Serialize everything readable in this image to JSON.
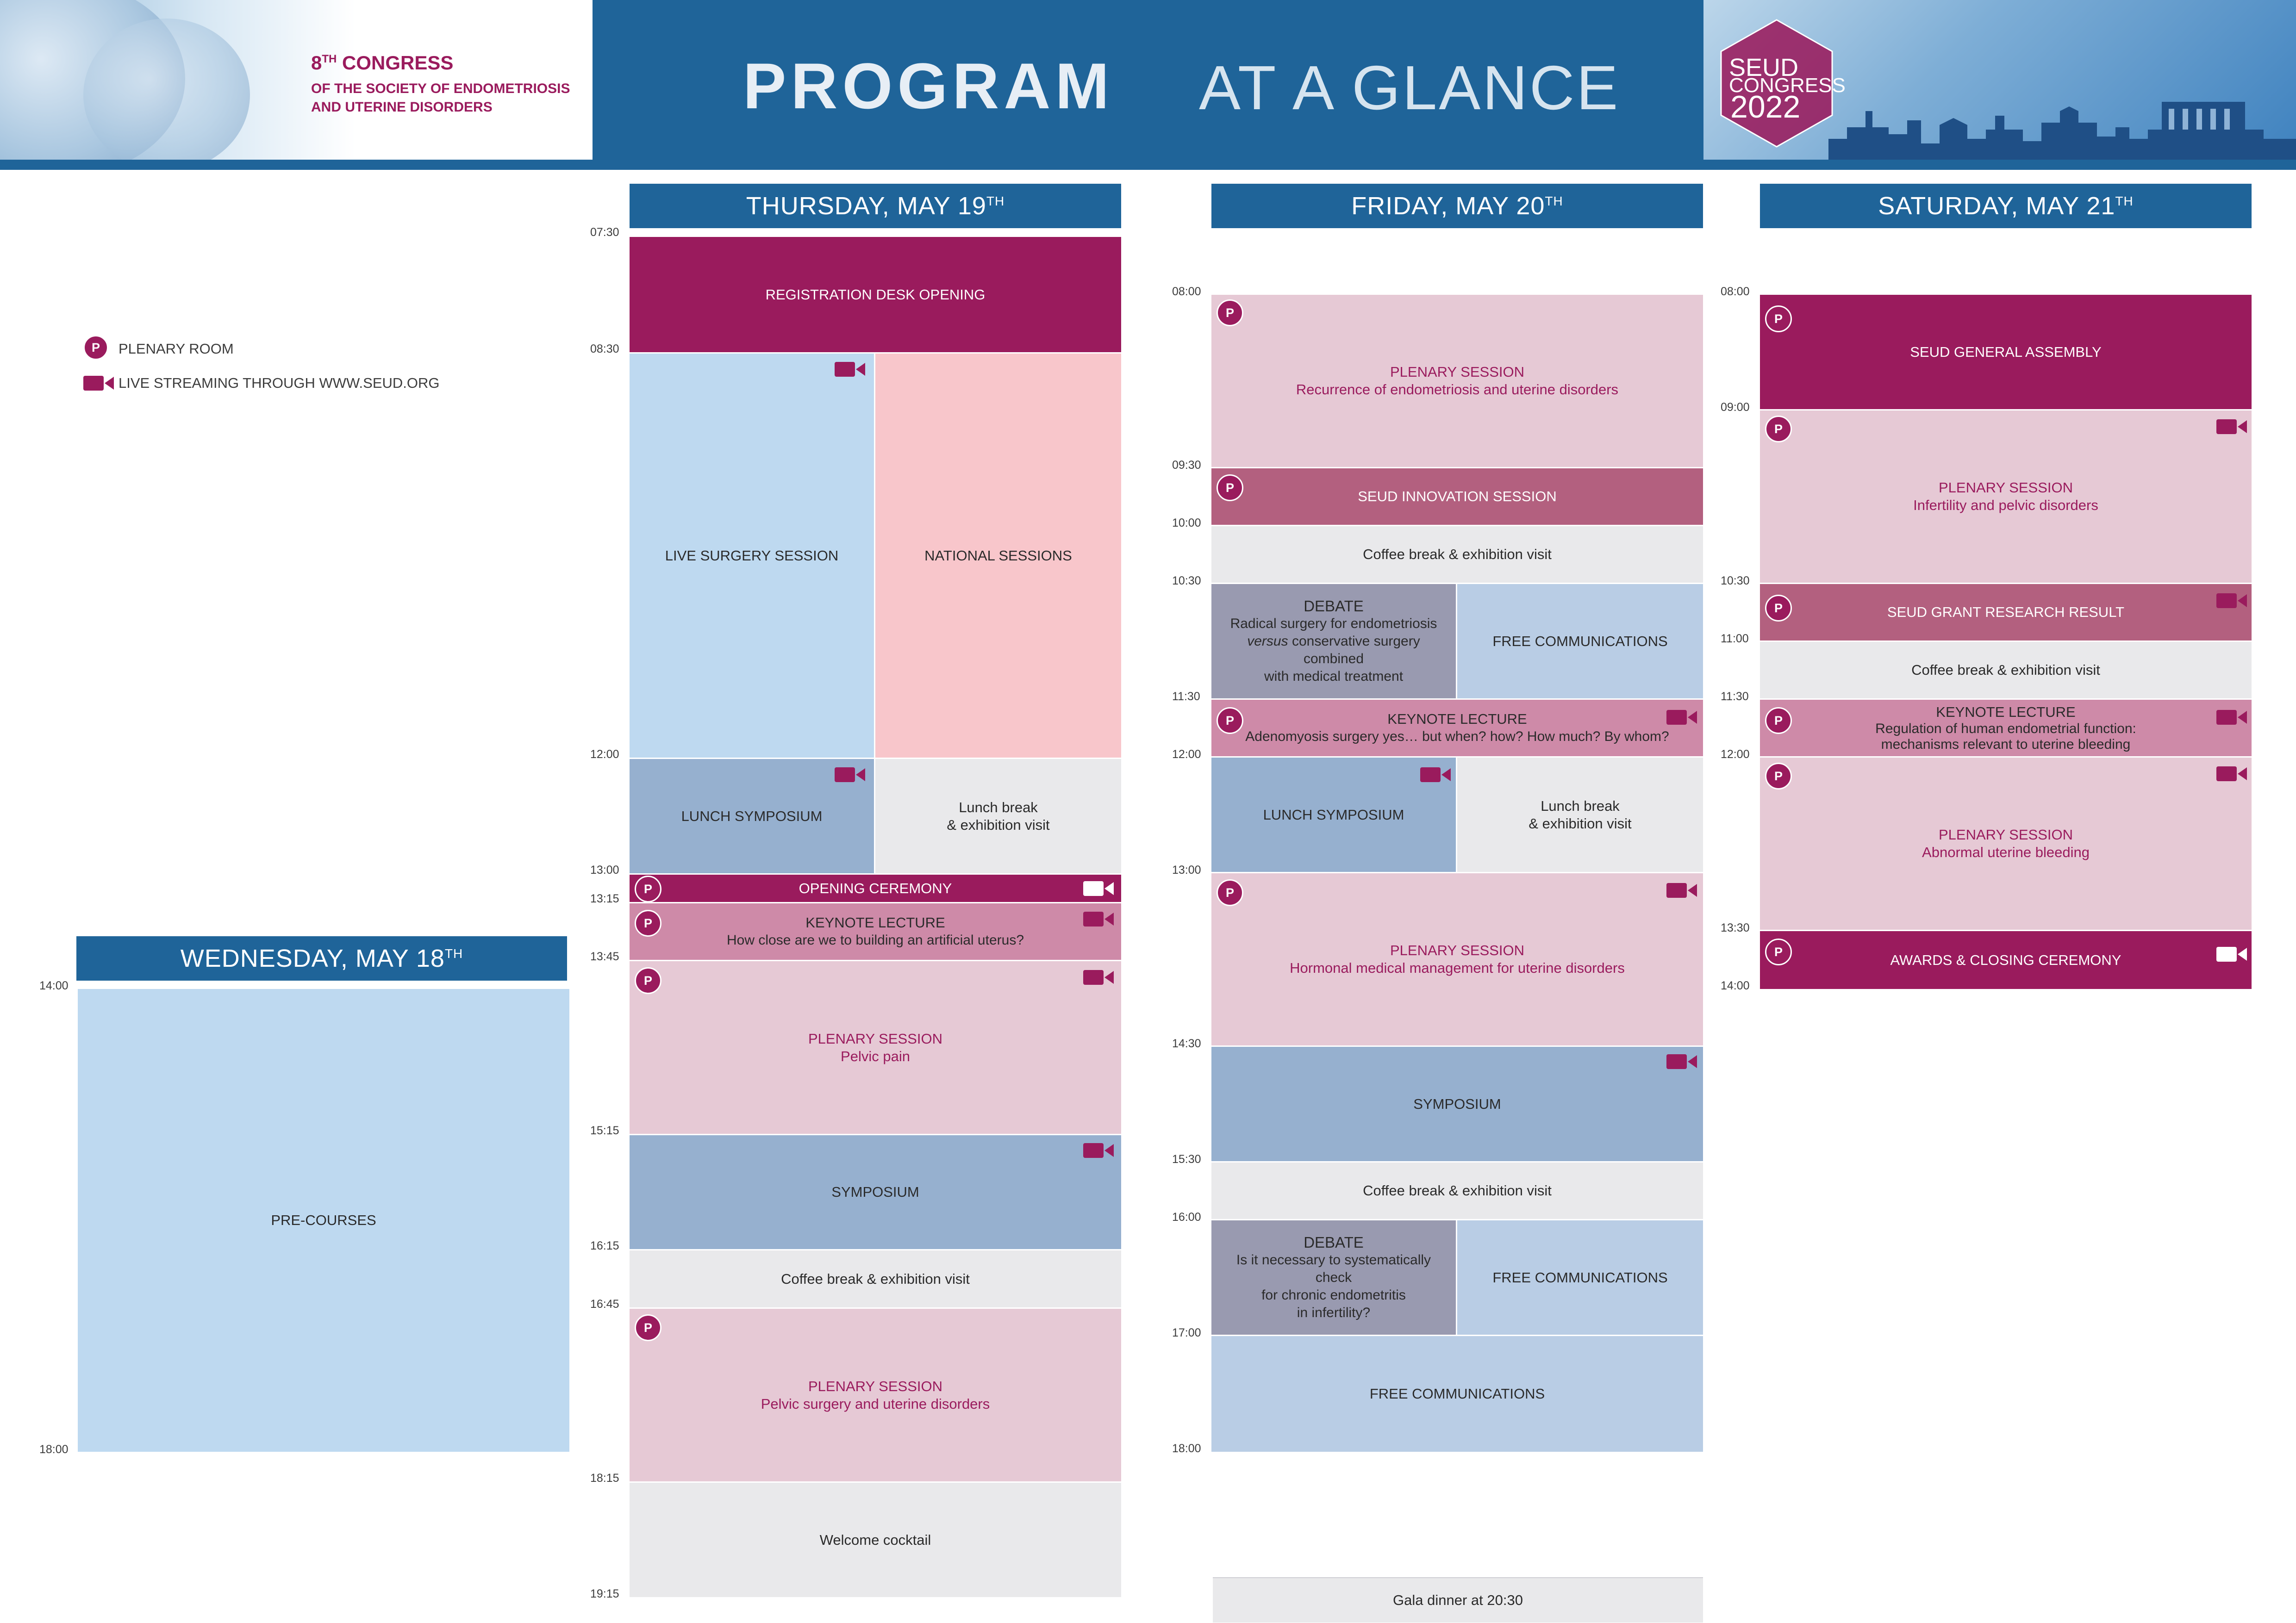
{
  "header": {
    "congress_number": "8",
    "congress_number_sup": "TH",
    "congress_word": "CONGRESS",
    "congress_line2": "OF THE SOCIETY OF ENDOMETRIOSIS",
    "congress_line3": "AND UTERINE DISORDERS",
    "title_bold": "PROGRAM",
    "title_light": "AT A GLANCE",
    "logo_line1": "SEUD",
    "logo_line2": "CONGRESS",
    "logo_line3": "2022"
  },
  "legend": {
    "badge_letter": "P",
    "plenary_room": "PLENARY ROOM",
    "live_streaming": "LIVE STREAMING THROUGH WWW.SEUD.ORG"
  },
  "colors": {
    "brand_blue": "#1f6499",
    "brand_magenta": "#9a1b5d",
    "plenary": "#e6c9d5",
    "keynote": "#ce8aa8",
    "symposium": "#96b0cf",
    "free_communications": "#b9cde5",
    "break": "#e9e9eb",
    "national": "#f8c6cb",
    "live_surgery": "#bed9f0"
  },
  "icons": [
    "plenary-badge-icon",
    "camera-icon"
  ],
  "wednesday": {
    "day": "WEDNESDAY, MAY 18",
    "sup": "TH",
    "times": [
      "14:00",
      "18:00"
    ],
    "precourses": "PRE-COURSES"
  },
  "thursday": {
    "day": "THURSDAY, MAY 19",
    "sup": "TH",
    "times": [
      "07:30",
      "08:30",
      "12:00",
      "13:00",
      "13:15",
      "13:45",
      "15:15",
      "16:15",
      "16:45",
      "18:15",
      "19:15"
    ],
    "registration": "REGISTRATION DESK OPENING",
    "live_surgery": "LIVE SURGERY SESSION",
    "national": "NATIONAL SESSIONS",
    "lunch_symposium": "LUNCH SYMPOSIUM",
    "lunch_break_1": "Lunch break",
    "lunch_break_2": "& exhibition visit",
    "opening": "OPENING CEREMONY",
    "keynote_title": "KEYNOTE LECTURE",
    "keynote_sub": "How close are we to building an artificial uterus?",
    "plenary1_title": "PLENARY SESSION",
    "plenary1_sub": "Pelvic pain",
    "symposium": "SYMPOSIUM",
    "coffee": "Coffee break & exhibition visit",
    "plenary2_title": "PLENARY SESSION",
    "plenary2_sub": "Pelvic surgery and uterine disorders",
    "cocktail": "Welcome cocktail"
  },
  "friday": {
    "day": "FRIDAY, MAY 20",
    "sup": "TH",
    "times": [
      "08:00",
      "09:30",
      "10:00",
      "10:30",
      "11:30",
      "12:00",
      "13:00",
      "14:30",
      "15:30",
      "16:00",
      "17:00",
      "18:00"
    ],
    "plenary1_title": "PLENARY SESSION",
    "plenary1_sub": "Recurrence of endometriosis and uterine disorders",
    "innovation": "SEUD INNOVATION SESSION",
    "coffee1": "Coffee break & exhibition visit",
    "debate1_title": "DEBATE",
    "debate1_l1": "Radical surgery for endometriosis",
    "debate1_l2_em": "versus",
    "debate1_l2": " conservative surgery combined",
    "debate1_l3": "with medical treatment",
    "fc1": "FREE COMMUNICATIONS",
    "keynote_title": "KEYNOTE LECTURE",
    "keynote_sub": "Adenomyosis surgery yes… but when? how? How much? By whom?",
    "lunch_symposium": "LUNCH SYMPOSIUM",
    "lunch_break_1": "Lunch break",
    "lunch_break_2": "& exhibition visit",
    "plenary2_title": "PLENARY SESSION",
    "plenary2_sub": "Hormonal medical management for uterine disorders",
    "symposium": "SYMPOSIUM",
    "coffee2": "Coffee break & exhibition visit",
    "debate2_title": "DEBATE",
    "debate2_l1": "Is it necessary to systematically check",
    "debate2_l2": "for chronic endometritis",
    "debate2_l3": "in infertility?",
    "fc2": "FREE COMMUNICATIONS",
    "fc3": "FREE COMMUNICATIONS",
    "gala": "Gala dinner at 20:30"
  },
  "saturday": {
    "day": "SATURDAY, MAY 21",
    "sup": "TH",
    "times": [
      "08:00",
      "09:00",
      "10:30",
      "11:00",
      "11:30",
      "12:00",
      "13:30",
      "14:00"
    ],
    "assembly": "SEUD GENERAL ASSEMBLY",
    "plenary1_title": "PLENARY SESSION",
    "plenary1_sub": "Infertility and pelvic disorders",
    "grant": "SEUD GRANT RESEARCH RESULT",
    "coffee": "Coffee break & exhibition visit",
    "keynote_title": "KEYNOTE LECTURE",
    "keynote_l1": "Regulation of human endometrial function:",
    "keynote_l2": "mechanisms relevant to uterine bleeding",
    "plenary2_title": "PLENARY SESSION",
    "plenary2_sub": "Abnormal uterine bleeding",
    "closing": "AWARDS & CLOSING CEREMONY"
  }
}
